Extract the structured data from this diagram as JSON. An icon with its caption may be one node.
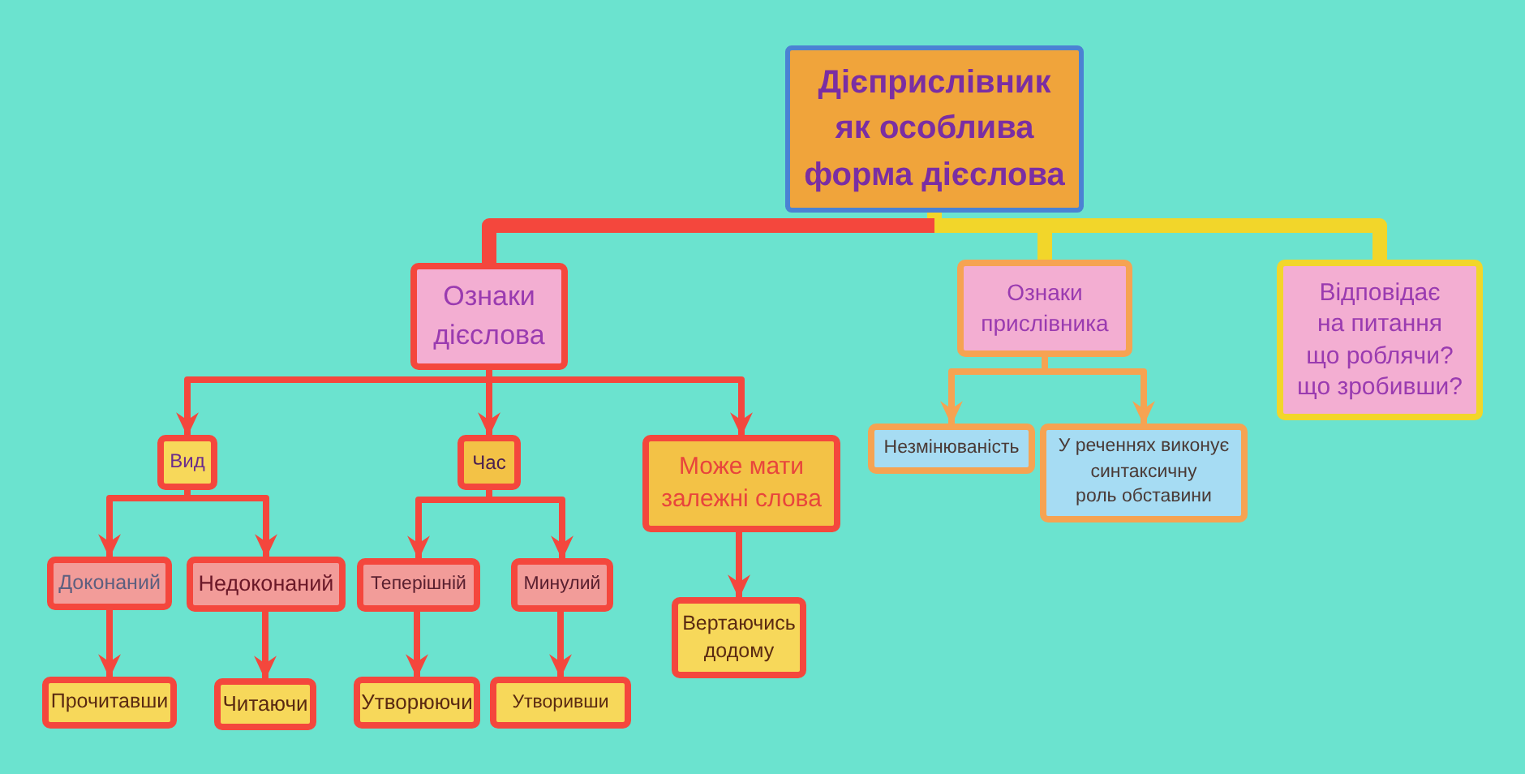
{
  "diagram": {
    "nodes": [
      {
        "text": [
          "Дієприслівник як особлива форма дієслова"
        ]
      },
      {
        "text": [
          "Ознаки дієслова"
        ]
      },
      {
        "text": [
          "Ознаки прислівника"
        ]
      },
      {
        "text": [
          "Відповідає на питання що роблячи? що зробивши?"
        ]
      },
      {
        "text": [
          "Вид"
        ]
      },
      {
        "text": [
          "Час"
        ]
      },
      {
        "text": [
          "Може мати залежні слова"
        ]
      },
      {
        "text": [
          "Доконаний"
        ]
      },
      {
        "text": [
          "Недоконаний"
        ]
      },
      {
        "text": [
          "Теперішній"
        ]
      },
      {
        "text": [
          "Минулий"
        ]
      },
      {
        "text": [
          "Незмінюваність"
        ]
      },
      {
        "text": [
          "У реченнях виконує синтаксичну роль обставини"
        ]
      },
      {
        "text": [
          "Вертаючись додому"
        ]
      },
      {
        "text": [
          "Прочитавши"
        ]
      },
      {
        "text": [
          "Читаючи"
        ]
      },
      {
        "text": [
          "Утворюючи"
        ]
      },
      {
        "text": [
          "Утворивши"
        ]
      }
    ],
    "edges": [
      {
        "from": 0,
        "to": 1,
        "arrow": "none",
        "style": "thick"
      },
      {
        "from": 0,
        "to": 2,
        "arrow": "none",
        "style": "thick",
        "color": "#f2d62a"
      },
      {
        "from": 0,
        "to": 3,
        "arrow": "none",
        "style": "thick",
        "color": "#f2d62a"
      },
      {
        "from": 1,
        "to": 4,
        "arrow": "to"
      },
      {
        "from": 1,
        "to": 5,
        "arrow": "to"
      },
      {
        "from": 1,
        "to": 6,
        "arrow": "to"
      },
      {
        "from": 4,
        "to": 7,
        "arrow": "to"
      },
      {
        "from": 4,
        "to": 8,
        "arrow": "to"
      },
      {
        "from": 5,
        "to": 9,
        "arrow": "to"
      },
      {
        "from": 5,
        "to": 10,
        "arrow": "to"
      },
      {
        "from": 6,
        "to": 13,
        "arrow": "to"
      },
      {
        "from": 7,
        "to": 14,
        "arrow": "to"
      },
      {
        "from": 8,
        "to": 15,
        "arrow": "to"
      },
      {
        "from": 9,
        "to": 16,
        "arrow": "to"
      },
      {
        "from": 10,
        "to": 17,
        "arrow": "to"
      },
      {
        "from": 2,
        "to": 11,
        "arrow": "to",
        "color": "#f6a352"
      },
      {
        "from": 2,
        "to": 12,
        "arrow": "to",
        "color": "#f6a352"
      }
    ]
  }
}
